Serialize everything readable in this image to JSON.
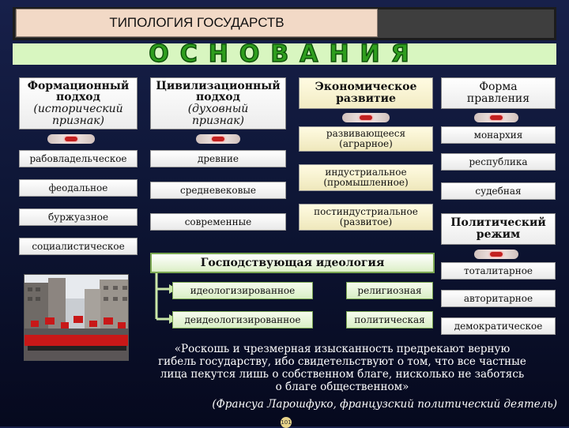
{
  "title": "ТИПОЛОГИЯ ГОСУДАРСТВ",
  "banner_word": "ОСНОВАНИЯ",
  "formational": {
    "header_line1": "Формационный",
    "header_line2": "подход",
    "header_line3": "(исторический",
    "header_line4": "признак)",
    "items": [
      "рабовладельческое",
      "феодальное",
      "буржуазное",
      "социалистическое"
    ]
  },
  "civilizational": {
    "header_line1": "Цивилизационный",
    "header_line2": "подход",
    "header_line3": "(духовный",
    "header_line4": "признак)",
    "items": [
      "древние",
      "средневековые",
      "современные"
    ]
  },
  "economic": {
    "header_line1": "Экономическое",
    "header_line2": "развитие",
    "items": [
      {
        "line1": "развивающееся",
        "line2": "(аграрное)"
      },
      {
        "line1": "индустриальное",
        "line2": "(промышленное)"
      },
      {
        "line1": "постиндустриальное",
        "line2": "(развитое)"
      }
    ]
  },
  "government_form": {
    "header_line1": "Форма",
    "header_line2": "правления",
    "items": [
      "монархия",
      "республика",
      "судебная"
    ]
  },
  "political_regime": {
    "header_line1": "Политический",
    "header_line2": "режим",
    "items": [
      "тоталитарное",
      "авторитарное",
      "демократическое"
    ]
  },
  "ideology": {
    "header": "Господствующая идеология",
    "items": [
      "идеологизированное",
      "деидеологизированное",
      "религиозная",
      "политическая"
    ]
  },
  "quote": {
    "line1": "«Роскошь и чрезмерная изысканность предрекают верную",
    "line2": "гибель государству, ибо свидетельствуют о том, что все частные",
    "line3": "лица пекутся лишь о собственном благе, нисколько не заботясь",
    "line4": "о благе общественном»",
    "author": "(Франсуа Ларошфуко, французский политический деятель)"
  },
  "page_number": "101",
  "colors": {
    "background": "#0e1636",
    "banner_green": "#2f9e1e",
    "banner_fill": "#d8f6c0",
    "flag_red": "#c81818"
  }
}
